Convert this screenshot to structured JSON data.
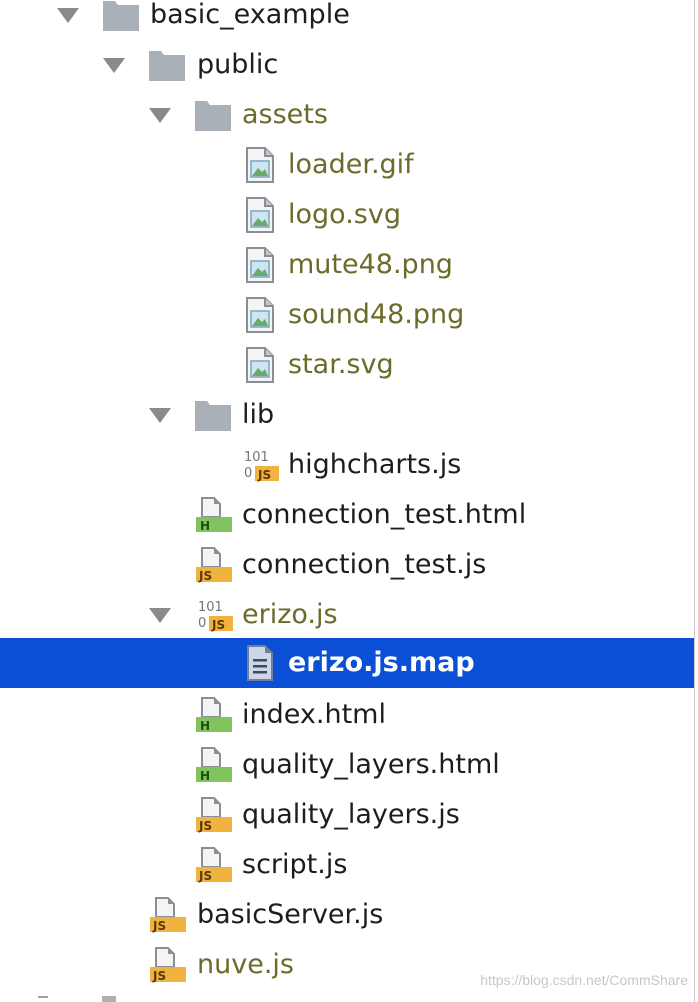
{
  "tree": {
    "items": [
      {
        "label": "basic_example",
        "icon": "folder-icon",
        "expanded": true,
        "depth": 0
      },
      {
        "label": "public",
        "icon": "folder-icon",
        "expanded": true,
        "depth": 1
      },
      {
        "label": "assets",
        "icon": "folder-icon",
        "expanded": true,
        "depth": 2
      },
      {
        "label": "loader.gif",
        "icon": "image-file-icon",
        "depth": 3
      },
      {
        "label": "logo.svg",
        "icon": "image-file-icon",
        "depth": 3
      },
      {
        "label": "mute48.png",
        "icon": "image-file-icon",
        "depth": 3
      },
      {
        "label": "sound48.png",
        "icon": "image-file-icon",
        "depth": 3
      },
      {
        "label": "star.svg",
        "icon": "image-file-icon",
        "depth": 3
      },
      {
        "label": "lib",
        "icon": "folder-icon",
        "expanded": true,
        "depth": 2
      },
      {
        "label": "highcharts.js",
        "icon": "minified-js-icon",
        "depth": 3
      },
      {
        "label": "connection_test.html",
        "icon": "html-file-icon",
        "depth": 2
      },
      {
        "label": "connection_test.js",
        "icon": "js-file-icon",
        "depth": 2
      },
      {
        "label": "erizo.js",
        "icon": "minified-js-icon",
        "expanded": true,
        "depth": 2
      },
      {
        "label": "erizo.js.map",
        "icon": "text-file-icon",
        "depth": 3,
        "selected": true
      },
      {
        "label": "index.html",
        "icon": "html-file-icon",
        "depth": 2
      },
      {
        "label": "quality_layers.html",
        "icon": "html-file-icon",
        "depth": 2
      },
      {
        "label": "quality_layers.js",
        "icon": "js-file-icon",
        "depth": 2
      },
      {
        "label": "script.js",
        "icon": "js-file-icon",
        "depth": 2
      },
      {
        "label": "basicServer.js",
        "icon": "js-file-icon",
        "depth": 1
      },
      {
        "label": "nuve.js",
        "icon": "js-file-icon",
        "depth": 1
      }
    ]
  },
  "badges": {
    "js": "JS",
    "html": "H",
    "bin_top": "101",
    "bin_bottom": "0"
  },
  "watermark": "https://blog.csdn.net/CommShare",
  "colors": {
    "selection": "#0b4fd6",
    "modified_text": "#6b6b2b",
    "js_badge": "#f0b340",
    "html_badge": "#7fc45f",
    "folder": "#a9b0b7"
  }
}
